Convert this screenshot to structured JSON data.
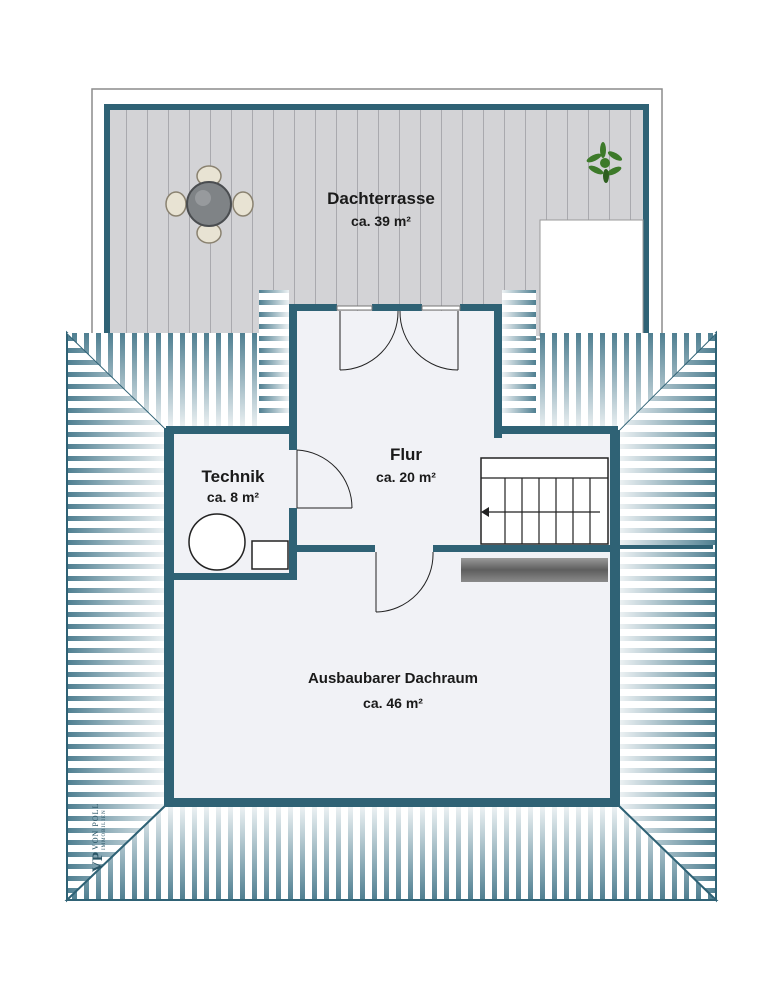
{
  "rooms": {
    "terrace": {
      "name": "Dachterrasse",
      "area": "ca. 39 m²"
    },
    "flur": {
      "name": "Flur",
      "area": "ca. 20 m²"
    },
    "technik": {
      "name": "Technik",
      "area": "ca. 8 m²"
    },
    "dachraum": {
      "name": "Ausbaubarer Dachraum",
      "area": "ca. 46 m²"
    }
  },
  "logo": {
    "monogram": "VP",
    "name": "VON POLL",
    "sub": "IMMOBILIEN"
  },
  "colors": {
    "wall": "#2f6275",
    "roof_stripe": "#4f7f91",
    "floor": "#f1f2f6",
    "deck": "#d3d3d6",
    "deck_line": "#a9a9ae"
  },
  "icons": [
    "table-with-chairs-icon",
    "potted-plant-icon",
    "water-tank-icon",
    "stairs-icon"
  ]
}
